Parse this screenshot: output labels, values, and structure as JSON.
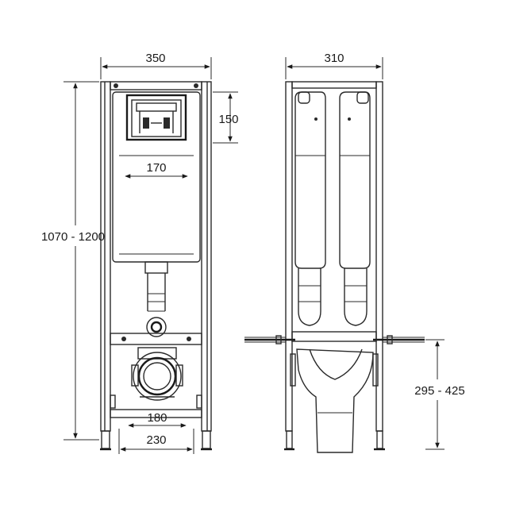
{
  "dimensions": {
    "front_width": "350",
    "side_width": "310",
    "panel_height": "150",
    "panel_width": "170",
    "total_height": "1070 - 1200",
    "inner_spacing": "180",
    "foot_spacing": "230",
    "outlet_height": "295 - 425"
  },
  "colors": {
    "line": "#2a2a2a",
    "background": "#ffffff"
  }
}
